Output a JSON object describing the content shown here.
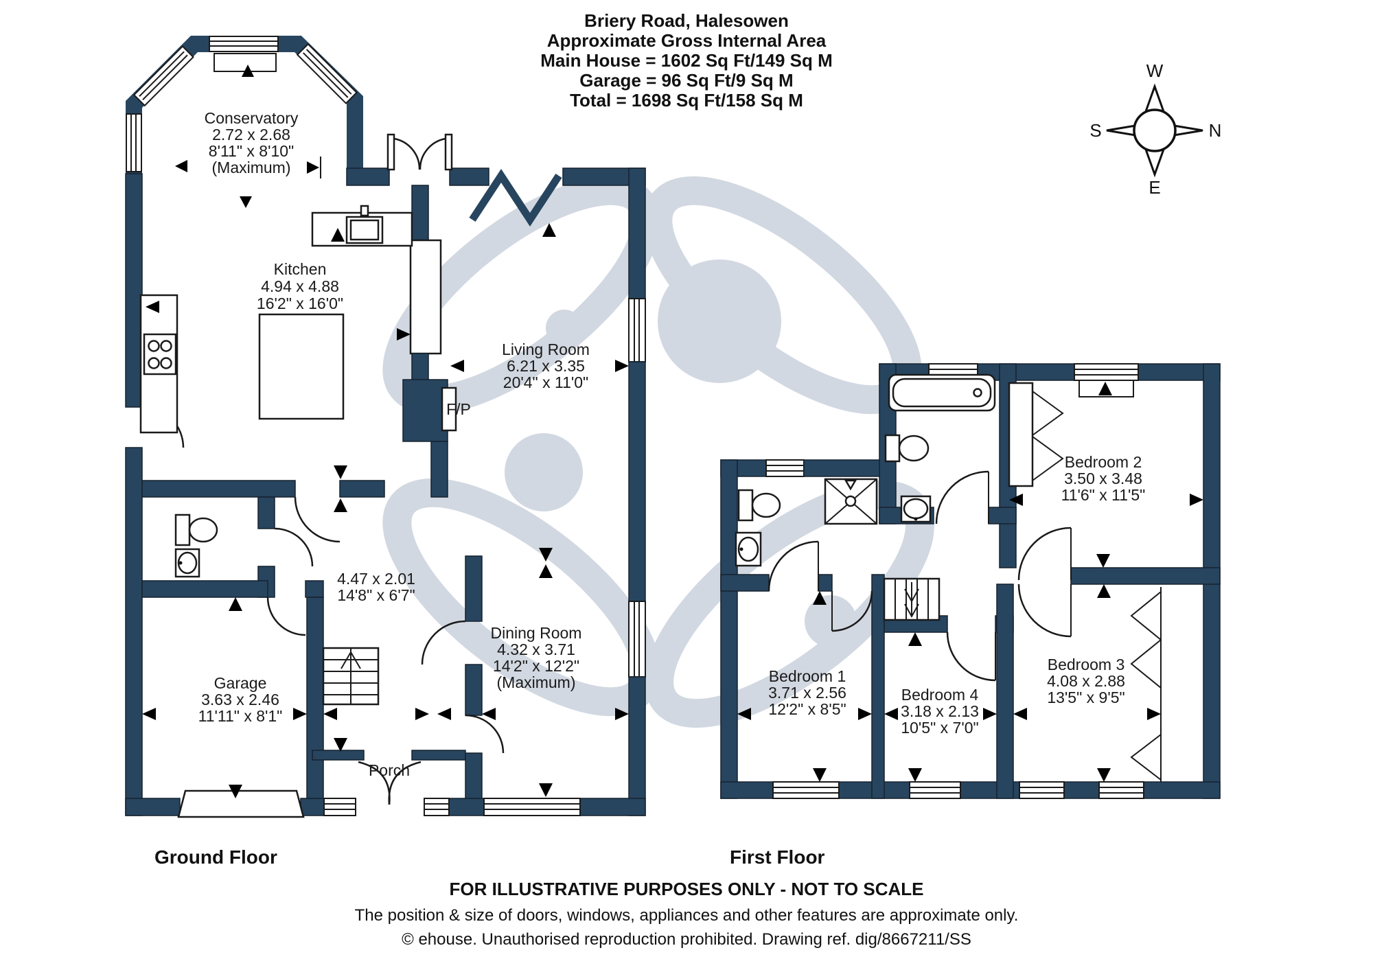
{
  "title": {
    "line1": "Briery Road, Halesowen",
    "line2": "Approximate Gross Internal Area",
    "line3": "Main House = 1602 Sq Ft/149 Sq M",
    "line4": "Garage = 96 Sq Ft/9 Sq M",
    "line5": "Total = 1698 Sq Ft/158 Sq M"
  },
  "compass": {
    "top": "W",
    "right": "N",
    "bottom": "E",
    "left": "S"
  },
  "ground": {
    "floor_label": "Ground Floor",
    "conservatory": {
      "name": "Conservatory",
      "metric": "2.72 x 2.68",
      "imperial": "8'11\" x 8'10\"",
      "note": "(Maximum)"
    },
    "kitchen": {
      "name": "Kitchen",
      "metric": "4.94 x 4.88",
      "imperial": "16'2\" x 16'0\""
    },
    "living": {
      "name": "Living Room",
      "metric": "6.21 x 3.35",
      "imperial": "20'4\" x 11'0\""
    },
    "dining": {
      "name": "Dining Room",
      "metric": "4.32 x 3.71",
      "imperial": "14'2\" x 12'2\"",
      "note": "(Maximum)"
    },
    "hallway": {
      "metric": "4.47 x 2.01",
      "imperial": "14'8\" x 6'7\""
    },
    "garage": {
      "name": "Garage",
      "metric": "3.63 x 2.46",
      "imperial": "11'11\" x 8'1\""
    },
    "porch": {
      "name": "Porch"
    },
    "fireplace": {
      "label": "F/P"
    }
  },
  "first": {
    "floor_label": "First Floor",
    "bedroom1": {
      "name": "Bedroom 1",
      "metric": "3.71 x 2.56",
      "imperial": "12'2\" x 8'5\""
    },
    "bedroom2": {
      "name": "Bedroom 2",
      "metric": "3.50 x 3.48",
      "imperial": "11'6\" x 11'5\""
    },
    "bedroom3": {
      "name": "Bedroom 3",
      "metric": "4.08 x 2.88",
      "imperial": "13'5\" x 9'5\""
    },
    "bedroom4": {
      "name": "Bedroom 4",
      "metric": "3.18 x 2.13",
      "imperial": "10'5\" x 7'0\""
    }
  },
  "footer": {
    "line1": "FOR ILLUSTRATIVE PURPOSES ONLY - NOT TO SCALE",
    "line2": "The position & size of doors, windows, appliances and other features are approximate only.",
    "line3": "© ehouse. Unauthorised reproduction prohibited. Drawing ref. dig/8667211/SS"
  },
  "colors": {
    "wall": "#27455f",
    "watermark": "#cdd4de"
  }
}
